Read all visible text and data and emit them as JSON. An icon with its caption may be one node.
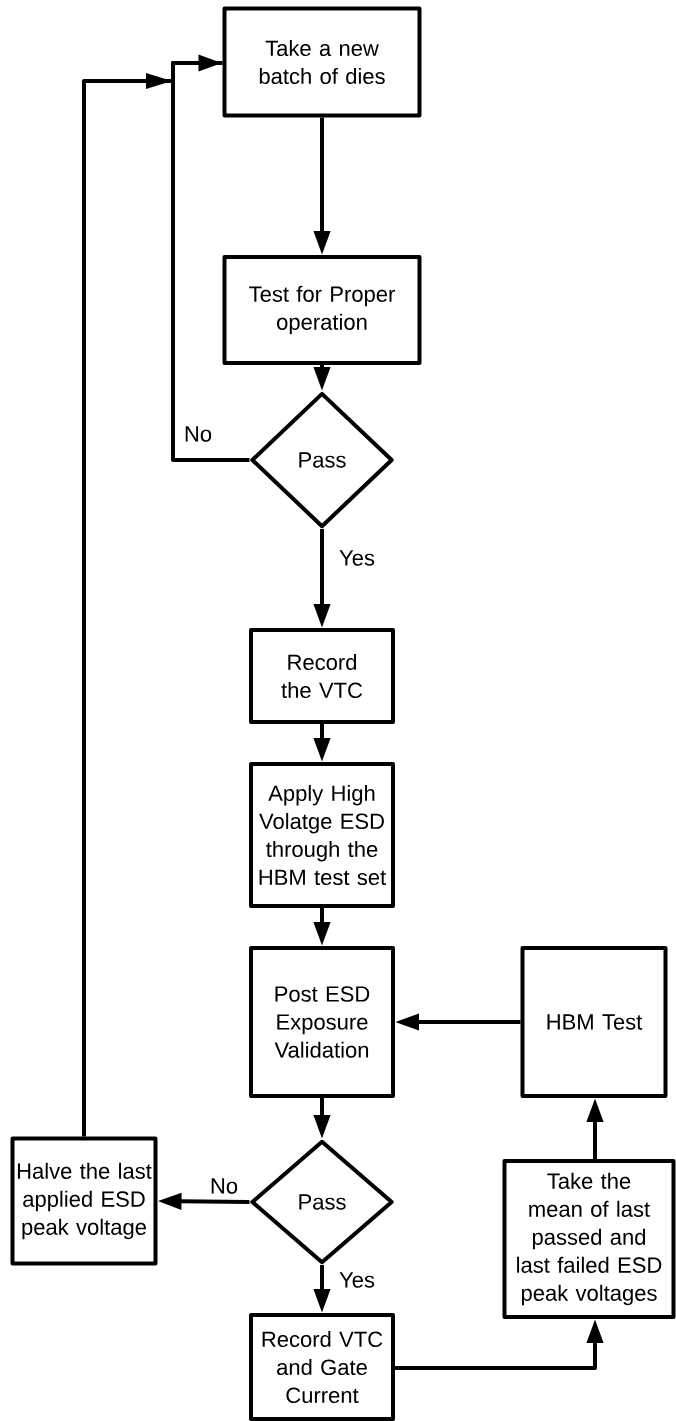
{
  "diagram": {
    "nodes": [
      {
        "text": [
          "Take a new batch of dies"
        ]
      },
      {
        "text": [
          "Test for Proper operation"
        ]
      },
      {
        "text": [
          "Pass"
        ]
      },
      {
        "text": [
          "Record the VTC"
        ]
      },
      {
        "text": [
          "Apply High Volatge ESD through the HBM test set"
        ]
      },
      {
        "text": [
          "Post ESD Exposure Validation"
        ]
      },
      {
        "text": [
          "HBM Test"
        ]
      },
      {
        "text": [
          "Pass"
        ]
      },
      {
        "text": [
          "Halve the last applied ESD peak voltage"
        ]
      },
      {
        "text": [
          "Take the mean of last passed and last failed ESD peak voltages"
        ]
      },
      {
        "text": [
          "Record VTC and Gate Current"
        ]
      }
    ],
    "edges": [
      {
        "from": 0,
        "to": 1,
        "arrow": "to"
      },
      {
        "from": 1,
        "to": 2,
        "arrow": "to"
      },
      {
        "from": 2,
        "to": 0,
        "arrow": "to",
        "label": "No"
      },
      {
        "from": 2,
        "to": 3,
        "arrow": "to",
        "label": "Yes"
      },
      {
        "from": 3,
        "to": 4,
        "arrow": "to"
      },
      {
        "from": 4,
        "to": 5,
        "arrow": "to"
      },
      {
        "from": 5,
        "to": 7,
        "arrow": "to"
      },
      {
        "from": 7,
        "to": 8,
        "arrow": "to",
        "label": "No"
      },
      {
        "from": 7,
        "to": 10,
        "arrow": "to",
        "label": "Yes"
      },
      {
        "from": 8,
        "to": 0,
        "arrow": "to"
      },
      {
        "from": 10,
        "to": 9,
        "arrow": "to"
      },
      {
        "from": 9,
        "to": 6,
        "arrow": "to"
      },
      {
        "from": 6,
        "to": 5,
        "arrow": "to"
      }
    ]
  }
}
